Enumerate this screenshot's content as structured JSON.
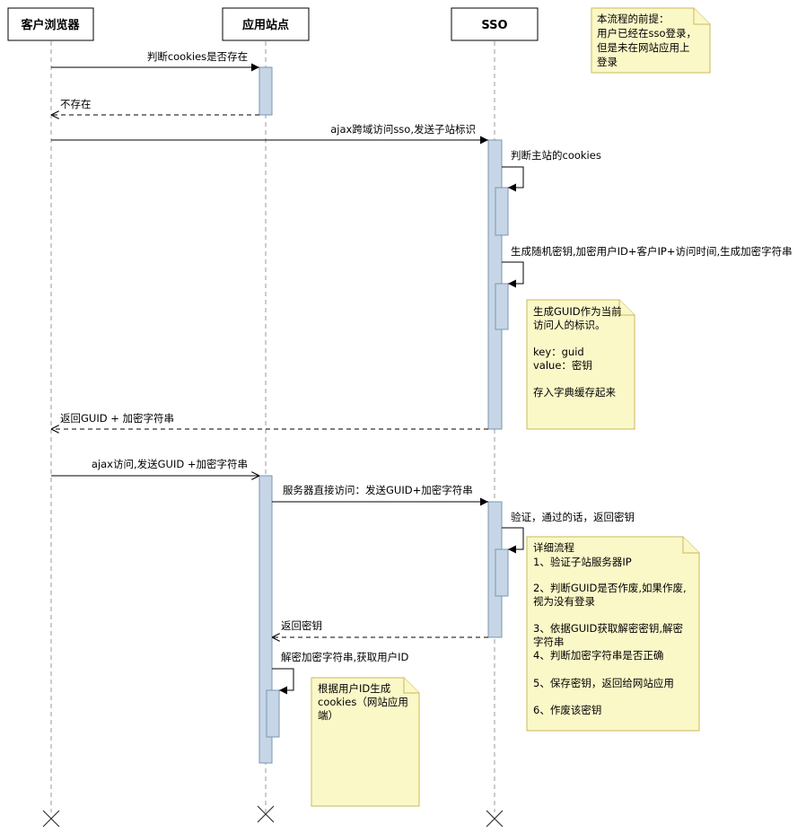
{
  "actors": [
    {
      "id": "browser",
      "label": "客户浏览器"
    },
    {
      "id": "app",
      "label": "应用站点"
    },
    {
      "id": "sso",
      "label": "SSO"
    }
  ],
  "messages": [
    {
      "id": "m1",
      "label": "判断cookies是否存在",
      "from": "browser",
      "to": "app",
      "style": "solid"
    },
    {
      "id": "m2",
      "label": "不存在",
      "from": "app",
      "to": "browser",
      "style": "dashed"
    },
    {
      "id": "m3",
      "label": "ajax跨域访问sso,发送子站标识",
      "from": "browser",
      "to": "sso",
      "style": "solid"
    },
    {
      "id": "m4",
      "label": "判断主站的cookies",
      "from": "sso",
      "to": "sso",
      "style": "self"
    },
    {
      "id": "m5",
      "label": "生成随机密钥,加密用户ID+客户IP+访问时间,生成加密字符串",
      "from": "sso",
      "to": "sso",
      "style": "self"
    },
    {
      "id": "m6",
      "label": "返回GUID + 加密字符串",
      "from": "sso",
      "to": "browser",
      "style": "dashed"
    },
    {
      "id": "m7",
      "label": "ajax访问,发送GUID +加密字符串",
      "from": "browser",
      "to": "app",
      "style": "async"
    },
    {
      "id": "m8",
      "label": "服务器直接访问：发送GUID+加密字符串",
      "from": "app",
      "to": "sso",
      "style": "solid"
    },
    {
      "id": "m9",
      "label": "验证，通过的话，返回密钥",
      "from": "sso",
      "to": "sso",
      "style": "self"
    },
    {
      "id": "m10",
      "label": "返回密钥",
      "from": "sso",
      "to": "app",
      "style": "dashed"
    },
    {
      "id": "m11",
      "label": "解密加密字符串,获取用户ID",
      "from": "app",
      "to": "app",
      "style": "self"
    }
  ],
  "notes": [
    {
      "id": "note-premise",
      "lines": [
        "本流程的前提：",
        "用户已经在sso登录，",
        "但是未在网站应用上",
        "登录"
      ]
    },
    {
      "id": "note-guid",
      "lines": [
        "生成GUID作为当前",
        "访问人的标识。",
        "",
        "key：guid",
        "value：密钥",
        "",
        "存入字典缓存起来"
      ]
    },
    {
      "id": "note-detail",
      "lines": [
        "详细流程",
        "1、验证子站服务器IP",
        "",
        "2、判断GUID是否作废,如果作废,",
        "视为没有登录",
        "",
        "3、依据GUID获取解密密钥,解密",
        "字符串",
        "4、判断加密字符串是否正确",
        "",
        "5、保存密钥，返回给网站应用",
        "",
        "6、作废该密钥"
      ]
    },
    {
      "id": "note-cookie",
      "lines": [
        "根据用户ID生成",
        "cookies（网站应用",
        "端）"
      ]
    }
  ]
}
